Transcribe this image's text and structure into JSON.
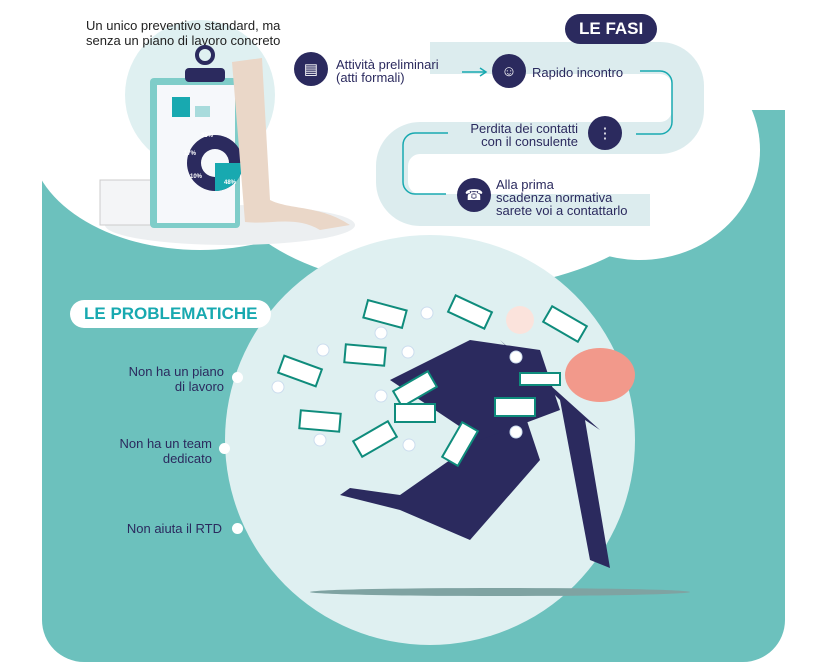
{
  "intro_text": "Un unico preventivo standard, ma senza un piano di lavoro concreto",
  "phases": {
    "title": "LE FASI",
    "steps": [
      {
        "label_line1": "Attività preliminari",
        "label_line2": "(atti formali)",
        "icon": "document-icon"
      },
      {
        "label_line1": "Rapido incontro",
        "label_line2": "",
        "icon": "meeting-icon"
      },
      {
        "label_line1": "Perdita dei contatti",
        "label_line2": "con il consulente",
        "icon": "people-apart-icon"
      },
      {
        "label_line1": "Alla prima",
        "label_line2": "scadenza normativa",
        "label_line3": "sarete voi a contattarlo",
        "icon": "phone-icon"
      }
    ]
  },
  "problems": {
    "title": "LE PROBLEMATICHE",
    "items": [
      {
        "line1": "Non ha un piano",
        "line2": "di lavoro"
      },
      {
        "line1": "Non ha un team",
        "line2": "dedicato"
      },
      {
        "line1": "Non aiuta il RTD",
        "line2": ""
      }
    ]
  },
  "clipboard_chart_labels": [
    "35%",
    "17%",
    "10%",
    "48%"
  ],
  "colors": {
    "teal": "#6cc1bd",
    "navy": "#2b2a5e",
    "light": "#dff0f1",
    "accent": "#18a9b0"
  }
}
